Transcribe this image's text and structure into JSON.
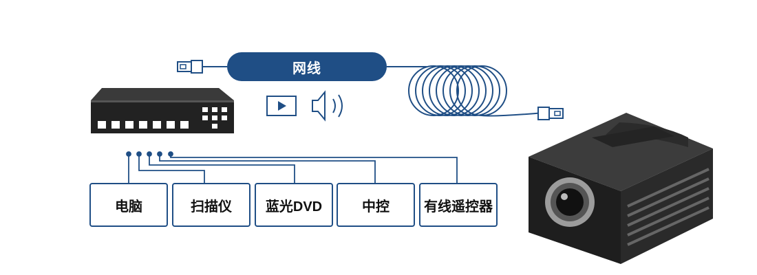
{
  "cable": {
    "label": "网线"
  },
  "devices": [
    {
      "id": "computer",
      "label": "电脑"
    },
    {
      "id": "scanner",
      "label": "扫描仪"
    },
    {
      "id": "bluray",
      "label": "蓝光DVD"
    },
    {
      "id": "central-control",
      "label": "中控"
    },
    {
      "id": "wired-remote",
      "label": "有线遥控器"
    }
  ],
  "icons": [
    "ethernet-plug-icon",
    "video-play-icon",
    "speaker-icon",
    "coiled-cable-icon",
    "av-switcher-icon",
    "projector-icon"
  ],
  "colors": {
    "accent": "#1f4e85",
    "device_dark": "#222222"
  }
}
